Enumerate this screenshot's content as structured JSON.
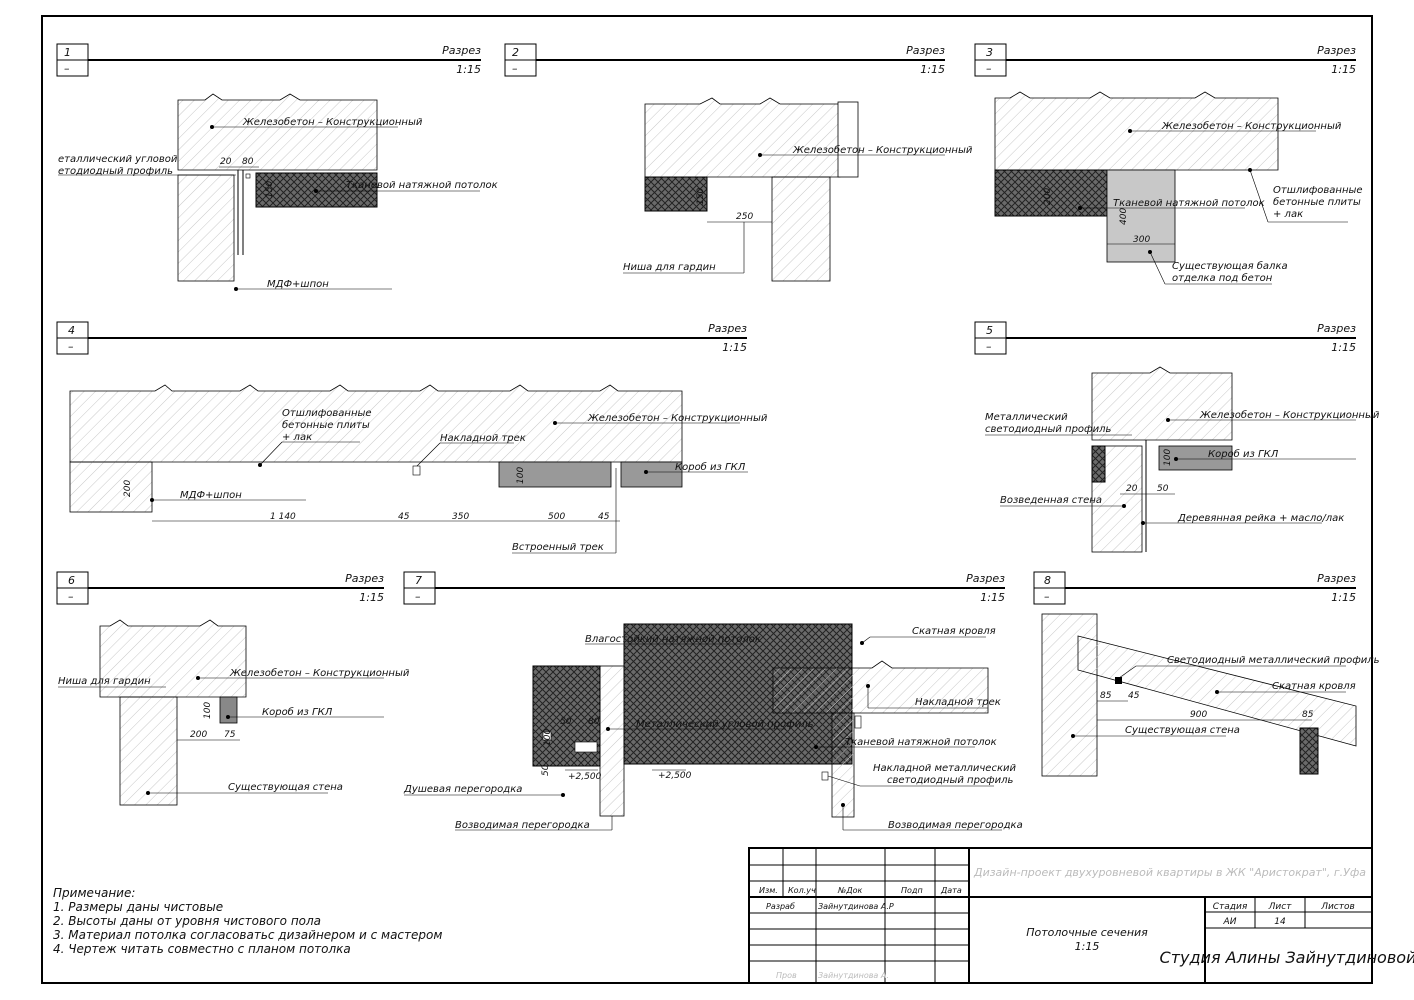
{
  "sections": [
    {
      "num": "1",
      "sub": "–",
      "title": "Разрез",
      "scale": "1:15"
    },
    {
      "num": "2",
      "sub": "–",
      "title": "Разрез",
      "scale": "1:15"
    },
    {
      "num": "3",
      "sub": "–",
      "title": "Разрез",
      "scale": "1:15"
    },
    {
      "num": "4",
      "sub": "–",
      "title": "Разрез",
      "scale": "1:15"
    },
    {
      "num": "5",
      "sub": "–",
      "title": "Разрез",
      "scale": "1:15"
    },
    {
      "num": "6",
      "sub": "–",
      "title": "Разрез",
      "scale": "1:15"
    },
    {
      "num": "7",
      "sub": "–",
      "title": "Разрез",
      "scale": "1:15"
    },
    {
      "num": "8",
      "sub": "–",
      "title": "Разрез",
      "scale": "1:15"
    }
  ],
  "labels": {
    "s1_concrete": "Железобетон – Конструкционный",
    "s1_profile_a": "еталлический угловой",
    "s1_profile_b": "етодиодный профиль",
    "s1_ceiling": "Тканевой натяжной потолок",
    "s1_mdf": "МДФ+шпон",
    "s1_d20": "20",
    "s1_d80": "80",
    "s1_d150": "150",
    "s2_concrete": "Железобетон – Конструкционный",
    "s2_niche": "Ниша для гардин",
    "s2_d150": "150",
    "s2_d250": "250",
    "s3_concrete": "Железобетон – Конструкционный",
    "s3_ceiling": "Тканевой натяжной потолок",
    "s3_polished_a": "Отшлифованные",
    "s3_polished_b": "бетонные плиты",
    "s3_polished_c": "+ лак",
    "s3_beam_a": "Существующая балка",
    "s3_beam_b": "отделка под бетон",
    "s3_d200": "200",
    "s3_d400": "400",
    "s3_d300": "300",
    "s4_polished_a": "Отшлифованные",
    "s4_polished_b": "бетонные плиты",
    "s4_polished_c": "+ лак",
    "s4_concrete": "Железобетон – Конструкционный",
    "s4_track": "Накладной трек",
    "s4_box": "Короб из ГКЛ",
    "s4_mdf": "МДФ+шпон",
    "s4_builtin": "Встроенный трек",
    "s4_d200": "200",
    "s4_d100": "100",
    "s4_d1140": "1 140",
    "s4_d45a": "45",
    "s4_d350": "350",
    "s4_d500": "500",
    "s4_d45b": "45",
    "s5_profile_a": "Металлический",
    "s5_profile_b": "светодиодный профиль",
    "s5_concrete": "Железобетон – Конструкционный",
    "s5_box": "Короб из ГКЛ",
    "s5_wall": "Возведенная стена",
    "s5_rail": "Деревянная рейка + масло/лак",
    "s5_d100": "100",
    "s5_d20": "20",
    "s5_d50": "50",
    "s6_niche": "Ниша для гардин",
    "s6_concrete": "Железобетон – Конструкционный",
    "s6_box": "Короб из ГКЛ",
    "s6_wall": "Существующая стена",
    "s6_d100": "100",
    "s6_d200": "200",
    "s6_d75": "75",
    "s7_moist": "Влагостойкий натяжной потолок",
    "s7_roof": "Скатная кровля",
    "s7_track": "Накладной трек",
    "s7_profile": "Металлический угловой профиль",
    "s7_ceiling": "Тканевой натяжной потолок",
    "s7_led_a": "Накладной металлический",
    "s7_led_b": "светодиодный профиль",
    "s7_shower": "Душевая перегородка",
    "s7_part_left": "Возводимая перегородка",
    "s7_part_right": "Возводимая перегородка",
    "s7_lvl_a": "+2,500",
    "s7_lvl_b": "+2,500",
    "s7_d50a": "50",
    "s7_d80": "80",
    "s7_d100": "100",
    "s7_d50b": "50",
    "s8_led": "Светодиодный металлический профиль",
    "s8_roof": "Скатная кровля",
    "s8_wall": "Существующая стена",
    "s8_d85a": "85",
    "s8_d45": "45",
    "s8_d900": "900",
    "s8_d85b": "85"
  },
  "notes": {
    "title": "Примечание:",
    "items": [
      "1. Размеры даны чистовые",
      "2. Высоты даны от уровня чистового пола",
      "3. Материал потолка согласоватьс дизайнером и с мастером",
      "4. Чертеж читать совместно с планом потолка"
    ]
  },
  "stamp": {
    "project": "Дизайн-проект двухуровневой квартиры в ЖК \"Аристократ\", г.Уфа",
    "headers": [
      "Изм.",
      "Кол.уч",
      "№Док",
      "Подп",
      "Дата"
    ],
    "dev_role": "Разраб",
    "dev_name": "Зайнутдинова А.Р",
    "check_role": "Пров",
    "check_name": "Зайнутдинова А.",
    "drawing_title": "Потолочные сечения",
    "drawing_scale": "1:15",
    "stage_h": "Стадия",
    "sheet_h": "Лист",
    "sheets_h": "Листов",
    "stage": "АИ",
    "sheet": "14",
    "sheets": "",
    "studio": "Студия Алины Зайнутдиновой"
  }
}
